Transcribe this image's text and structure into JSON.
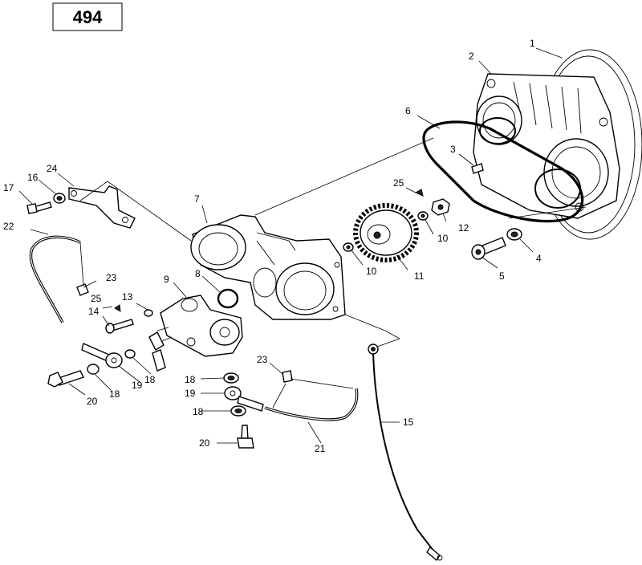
{
  "page_number": "494",
  "callouts": [
    {
      "id": "1",
      "text": "1"
    },
    {
      "id": "2",
      "text": "2"
    },
    {
      "id": "3",
      "text": "3"
    },
    {
      "id": "4",
      "text": "4"
    },
    {
      "id": "5",
      "text": "5"
    },
    {
      "id": "6",
      "text": "6"
    },
    {
      "id": "7",
      "text": "7"
    },
    {
      "id": "8",
      "text": "8"
    },
    {
      "id": "9",
      "text": "9"
    },
    {
      "id": "10a",
      "text": "10"
    },
    {
      "id": "10b",
      "text": "10"
    },
    {
      "id": "11",
      "text": "11"
    },
    {
      "id": "12",
      "text": "12"
    },
    {
      "id": "13",
      "text": "13"
    },
    {
      "id": "14",
      "text": "14"
    },
    {
      "id": "15",
      "text": "15"
    },
    {
      "id": "16",
      "text": "16"
    },
    {
      "id": "17",
      "text": "17"
    },
    {
      "id": "18a",
      "text": "18"
    },
    {
      "id": "18b",
      "text": "18"
    },
    {
      "id": "18c",
      "text": "18"
    },
    {
      "id": "18d",
      "text": "18"
    },
    {
      "id": "19a",
      "text": "19"
    },
    {
      "id": "19b",
      "text": "19"
    },
    {
      "id": "20a",
      "text": "20"
    },
    {
      "id": "20b",
      "text": "20"
    },
    {
      "id": "21",
      "text": "21"
    },
    {
      "id": "22",
      "text": "22"
    },
    {
      "id": "23a",
      "text": "23"
    },
    {
      "id": "23b",
      "text": "23"
    },
    {
      "id": "24",
      "text": "24"
    },
    {
      "id": "25a",
      "text": "25"
    },
    {
      "id": "25b",
      "text": "25"
    }
  ]
}
